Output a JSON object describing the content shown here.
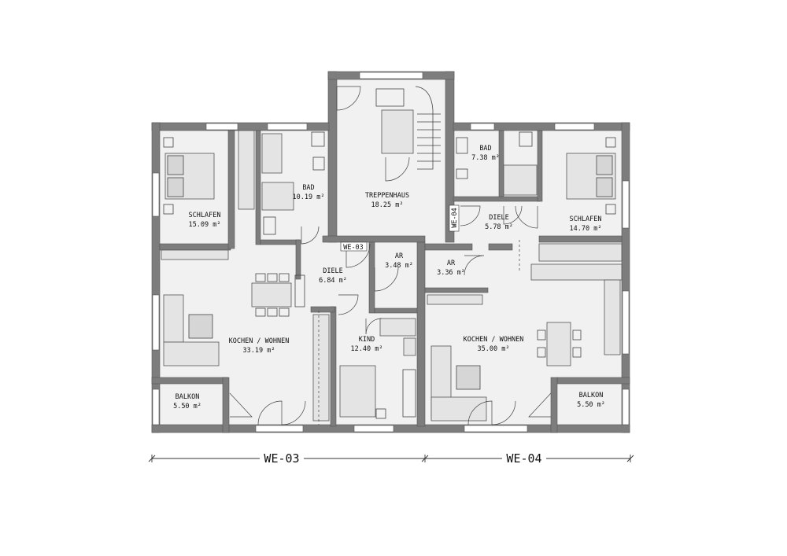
{
  "rooms": {
    "bad_we03": {
      "name": "BAD",
      "area": "10.19 m²"
    },
    "schlafen_we03": {
      "name": "SCHLAFEN",
      "area": "15.09 m²"
    },
    "treppenhaus": {
      "name": "TREPPENHAUS",
      "area": "18.25 m²"
    },
    "bad_we04": {
      "name": "BAD",
      "area": "7.38 m²"
    },
    "diele_we04": {
      "name": "DIELE",
      "area": "5.78 m²"
    },
    "schlafen_we04": {
      "name": "SCHLAFEN",
      "area": "14.70 m²"
    },
    "diele_we03": {
      "name": "DIELE",
      "area": "6.84 m²"
    },
    "ar_we03": {
      "name": "AR",
      "area": "3.48 m²"
    },
    "ar_we04": {
      "name": "AR",
      "area": "3.36 m²"
    },
    "kochen_we03": {
      "name": "KOCHEN / WOHNEN",
      "area": "33.19 m²"
    },
    "kind_we03": {
      "name": "KIND",
      "area": "12.40 m²"
    },
    "kochen_we04": {
      "name": "KOCHEN / WOHNEN",
      "area": "35.00 m²"
    },
    "balkon_we03": {
      "name": "BALKON",
      "area": "5.50 m²"
    },
    "balkon_we04": {
      "name": "BALKON",
      "area": "5.50 m²"
    }
  },
  "entrances": {
    "we03": "WE-03",
    "we04": "WE-04"
  },
  "units": {
    "we03": "WE-03",
    "we04": "WE-04"
  }
}
